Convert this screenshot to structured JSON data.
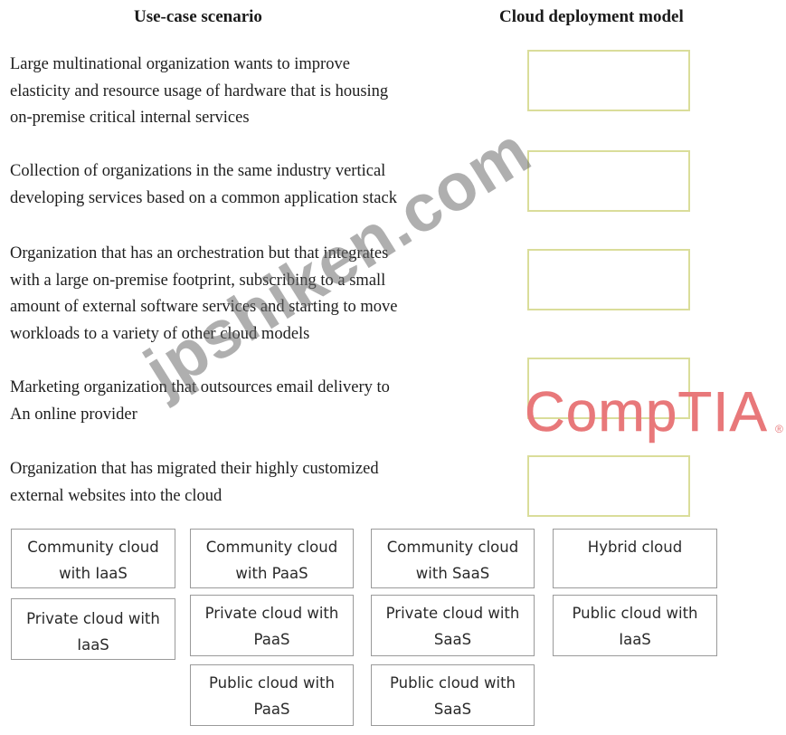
{
  "headers": {
    "use_case": "Use-case scenario",
    "deployment_model": "Cloud deployment model"
  },
  "scenarios": [
    {
      "lines": [
        "Large multinational organization wants to improve",
        "elasticity and resource usage of hardware that is housing",
        "on-premise critical internal services"
      ]
    },
    {
      "lines": [
        "Collection of organizations in the same industry vertical",
        "developing services based on a common application stack"
      ]
    },
    {
      "lines": [
        "Organization that has an orchestration but that integrates",
        "with a large on-premise footprint, subscribing to a small",
        "amount of external software services and starting to move",
        "workloads to a variety of other cloud models"
      ]
    },
    {
      "lines": [
        "Marketing organization that outsources email delivery to",
        "An online provider"
      ]
    },
    {
      "lines": [
        "Organization that has migrated their highly customized",
        "external websites into the cloud"
      ]
    }
  ],
  "options": [
    {
      "line1": "Community cloud",
      "line2": "with IaaS"
    },
    {
      "line1": "Community cloud",
      "line2": "with PaaS"
    },
    {
      "line1": "Community cloud",
      "line2": "with SaaS"
    },
    {
      "line1": "Hybrid cloud",
      "line2": ""
    },
    {
      "line1": "Private cloud with",
      "line2": "IaaS"
    },
    {
      "line1": "Private cloud with",
      "line2": "PaaS"
    },
    {
      "line1": "Private cloud with",
      "line2": "SaaS"
    },
    {
      "line1": "Public cloud with",
      "line2": "IaaS"
    },
    {
      "line1": "Public cloud with",
      "line2": "PaaS"
    },
    {
      "line1": "Public cloud with",
      "line2": "SaaS"
    }
  ],
  "watermark": "jpshiken.com",
  "logo": {
    "text": "CompTIA",
    "registered": "®",
    "color": "#e8787a"
  }
}
